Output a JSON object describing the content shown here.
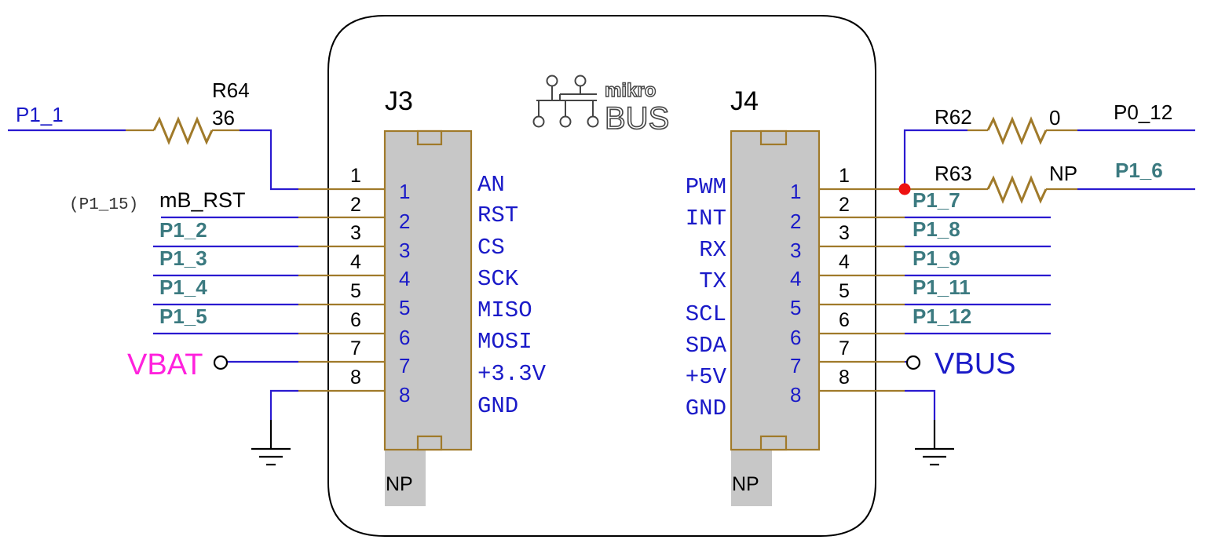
{
  "colors": {
    "wire": "#2a1ad0",
    "pin": "#a07a2a",
    "body_fill": "#c7c7c7",
    "net_label": "#3b7a80",
    "signal_label": "#1a1ac8",
    "vbat": "#ff22dd",
    "junction": "#ee1111"
  },
  "logo": {
    "top": "mikro",
    "bottom": "BUS"
  },
  "j3": {
    "ref": "J3",
    "np": "NP",
    "pin_numbers": [
      "1",
      "2",
      "3",
      "4",
      "5",
      "6",
      "7",
      "8"
    ],
    "inner_numbers": [
      "1",
      "2",
      "3",
      "4",
      "5",
      "6",
      "7",
      "8"
    ],
    "signals": [
      "AN",
      "RST",
      "CS",
      "SCK",
      "MISO",
      "MOSI",
      "+3.3V",
      "GND"
    ]
  },
  "j4": {
    "ref": "J4",
    "np": "NP",
    "pin_numbers": [
      "1",
      "2",
      "3",
      "4",
      "5",
      "6",
      "7",
      "8"
    ],
    "inner_numbers": [
      "1",
      "2",
      "3",
      "4",
      "5",
      "6",
      "7",
      "8"
    ],
    "signals": [
      "PWM",
      "INT",
      "RX",
      "TX",
      "SCL",
      "SDA",
      "+5V",
      "GND"
    ]
  },
  "left": {
    "p1_1": "P1_1",
    "r64_ref": "R64",
    "r64_value": "36",
    "rst_alias": "(P1_15)",
    "rst_net": "mB_RST",
    "nets": [
      "P1_2",
      "P1_3",
      "P1_4",
      "P1_5"
    ],
    "vbat": "VBAT"
  },
  "right": {
    "r62_ref": "R62",
    "r62_value": "0",
    "p0_12": "P0_12",
    "r63_ref": "R63",
    "r63_value": "NP",
    "p1_6": "P1_6",
    "nets": [
      "P1_7",
      "P1_8",
      "P1_9",
      "P1_11",
      "P1_12"
    ],
    "vbus": "VBUS"
  }
}
